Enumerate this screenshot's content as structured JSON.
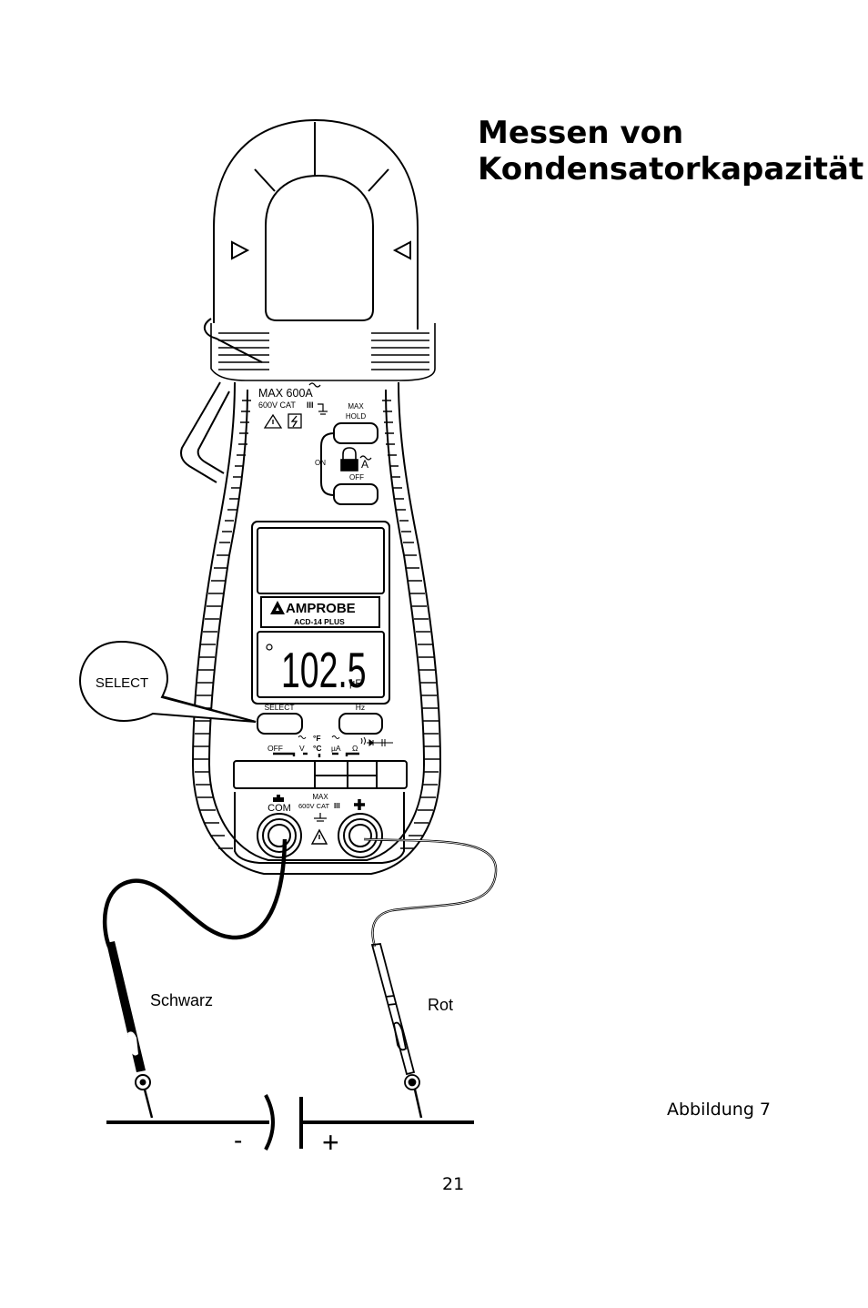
{
  "title": {
    "line1": "Messen von",
    "line2": "Kondensatorkapazität"
  },
  "meter": {
    "max_current": "MAX 600A",
    "rating": "600V CAT",
    "rating_roman": "III",
    "max_hold": [
      "MAX",
      "HOLD"
    ],
    "on_label": "ON",
    "off_label": "OFF",
    "brand": "AMPROBE",
    "model": "ACD-14 PLUS",
    "display_reading": "102.5",
    "display_unit": "µF",
    "select_label": "SELECT",
    "hz_label": "Hz",
    "dial": {
      "off": "OFF",
      "v": "V",
      "temp_f": "°F",
      "temp_c": "°C",
      "micro_amp": "µA",
      "ohm": "Ω"
    },
    "com_label": "COM",
    "jack_max": "MAX",
    "jack_rating": "600V CAT"
  },
  "callout_select": "SELECT",
  "labels": {
    "black_lead": "Schwarz",
    "red_lead": "Rot",
    "minus": "-",
    "plus": "+"
  },
  "caption": "Abbildung 7",
  "page_number": "21"
}
